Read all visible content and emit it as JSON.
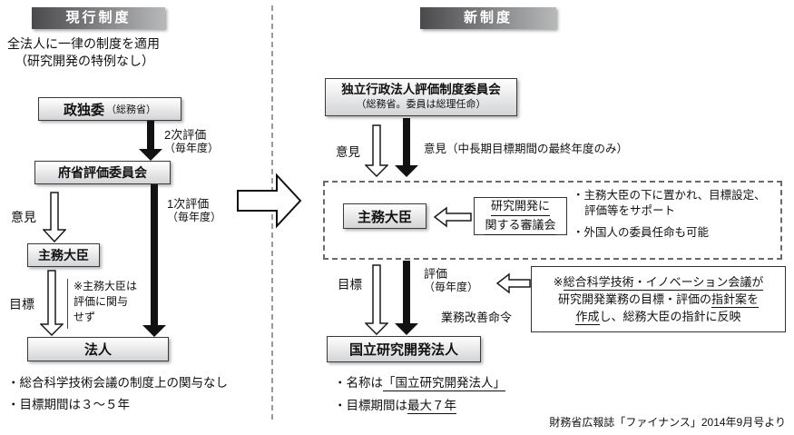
{
  "left": {
    "header": "現行制度",
    "intro1": "全法人に一律の制度を適用",
    "intro2": "（研究開発の特例なし）",
    "seidokui_title": "政独委",
    "seidokui_sub": "（総務省）",
    "arrow2_label1": "2次評価",
    "arrow2_label2": "（毎年度）",
    "fusho": "府省評価委員会",
    "iken": "意見",
    "arrow1_label1": "1次評価",
    "arrow1_label2": "（毎年度）",
    "shumu": "主務大臣",
    "mokuhyo": "目標",
    "note1": "※主務大臣は",
    "note2": "評価に関与",
    "note3": "せず",
    "hojin": "法人",
    "bullet1": "・総合科学技術会議の制度上の関与なし",
    "bullet2": "・目標期間は３～５年"
  },
  "right": {
    "header": "新制度",
    "iinkai_title": "独立行政法人評価制度委員会",
    "iinkai_sub": "（総務省。委員は総理任命）",
    "iken": "意見",
    "iken_long": "意見（中長期目標期間の最終年度のみ）",
    "shumu": "主務大臣",
    "shingikai1": "研究開発に",
    "shingikai2": "関する審議会",
    "support_bullet1": "・主務大臣の下に置かれ、目標設定、評価等をサポート",
    "support_bullet2": "・外国人の委員任命も可能",
    "mokuhyo": "目標",
    "hyoka1": "評価",
    "hyoka2": "（毎年度）",
    "kaizen": "業務改善命令",
    "note_l1_pre": "※",
    "note_l1_u": "総合科学技術・イノベーション会議が",
    "note_l2_pre": "研究開発業務の目標・評価の",
    "note_l2_u": "指針案を",
    "note_l3_u": "作成",
    "note_l3_post": "し、総務大臣の指針に反映",
    "kokuritsu": "国立研究開発法人",
    "name_bullet_pre": "・名称は",
    "name_bullet_u": "「国立研究開発法人」",
    "term_bullet_pre": "・目標期間は",
    "term_bullet_u": "最大７年"
  },
  "source": "財務省広報誌「ファイナンス」2014年9月号より"
}
